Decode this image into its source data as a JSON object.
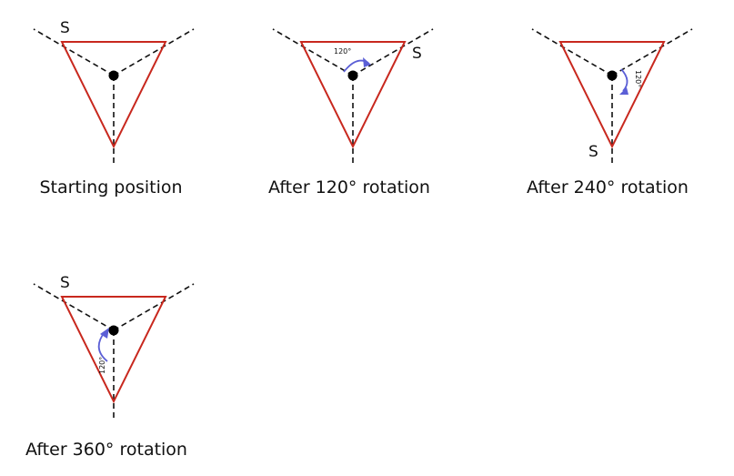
{
  "colors": {
    "triangle": "#c8281e",
    "axes": "#111111",
    "arrow": "#5b5fd6",
    "background": "#ffffff"
  },
  "panels": [
    {
      "caption": "Starting position",
      "marker": "S",
      "angle_label": ""
    },
    {
      "caption": "After 120° rotation",
      "marker": "S",
      "angle_label": "120°"
    },
    {
      "caption": "After 240° rotation",
      "marker": "S",
      "angle_label": "120°"
    },
    {
      "caption": "After 360° rotation",
      "marker": "S",
      "angle_label": "120°"
    }
  ]
}
